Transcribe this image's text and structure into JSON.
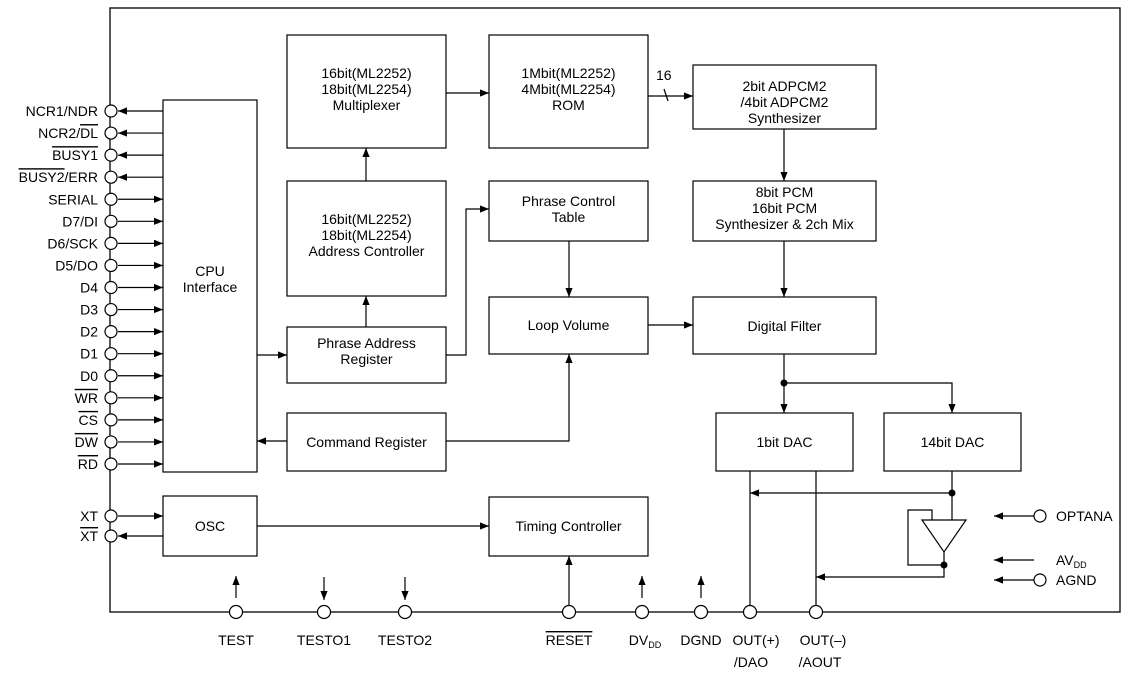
{
  "blocks": {
    "multiplexer": [
      "16bit(ML2252)",
      "18bit(ML2254)",
      "Multiplexer"
    ],
    "rom": [
      "1Mbit(ML2252)",
      "4Mbit(ML2254)",
      "ROM"
    ],
    "synthesizer": [
      "2bit ADPCM2",
      "/4bit ADPCM2",
      "Synthesizer"
    ],
    "address_controller": [
      "16bit(ML2252)",
      "18bit(ML2254)",
      "Address Controller"
    ],
    "phrase_control_table": [
      "Phrase Control",
      "Table"
    ],
    "pcm_synth": [
      "8bit PCM",
      "16bit PCM",
      "Synthesizer & 2ch Mix"
    ],
    "cpu_interface": [
      "CPU",
      "Interface"
    ],
    "loop_volume": "Loop Volume",
    "digital_filter": "Digital Filter",
    "phrase_address_register": [
      "Phrase Address",
      "Register"
    ],
    "command_register": "Command Register",
    "dac_1bit": "1bit DAC",
    "dac_14bit": "14bit DAC",
    "osc": "OSC",
    "timing_controller": "Timing Controller"
  },
  "bus_width": "16",
  "left_pins": [
    {
      "text": "NCR1/NDR"
    },
    {
      "text": "NCR2/",
      "over": "DL"
    },
    {
      "over": "BUSY1"
    },
    {
      "over": "BUSY2",
      "text": "/ERR"
    },
    {
      "text": "SERIAL"
    },
    {
      "text": "D7/DI"
    },
    {
      "text": "D6/SCK"
    },
    {
      "text": "D5/DO"
    },
    {
      "text": "D4"
    },
    {
      "text": "D3"
    },
    {
      "text": "D2"
    },
    {
      "text": "D1"
    },
    {
      "text": "D0"
    },
    {
      "over": "WR"
    },
    {
      "over": "CS"
    },
    {
      "over": "DW"
    },
    {
      "over": "RD"
    }
  ],
  "osc_pins": [
    {
      "text": "XT"
    },
    {
      "over": "XT"
    }
  ],
  "right_pins": {
    "optana": "OPTANA",
    "avdd": "AV",
    "avdd_sub": "DD",
    "agnd": "AGND"
  },
  "bottom_pins": {
    "test": "TEST",
    "testo1": "TESTO1",
    "testo2": "TESTO2",
    "reset": "RESET",
    "dvdd": "DV",
    "dvdd_sub": "DD",
    "dgnd": "DGND",
    "outp": "OUT(+)",
    "outp2": "/DAO",
    "outm": "OUT(–)",
    "outm2": "/AOUT"
  }
}
